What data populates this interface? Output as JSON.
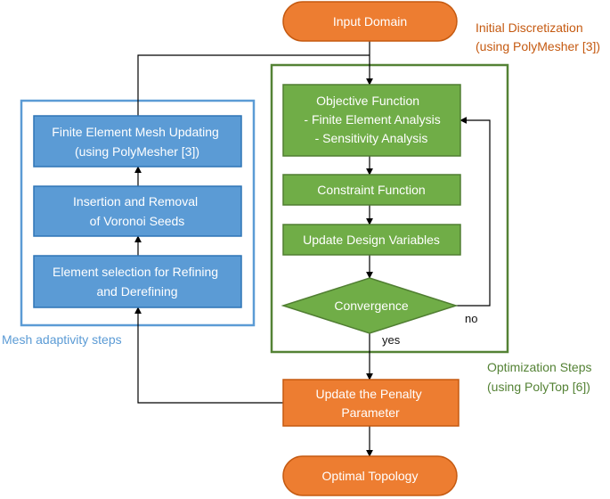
{
  "colors": {
    "orange_fill": "#ED7D31",
    "orange_stroke": "#C55A11",
    "green_fill": "#70AD47",
    "green_stroke": "#507E32",
    "blue_fill": "#5B9BD5",
    "blue_stroke": "#2E75B6",
    "group_green": "#548235",
    "group_blue": "#5B9BD5",
    "arrow": "#000000",
    "text_orange": "#C55A11",
    "text_green": "#548235",
    "text_blue": "#5B9BD5"
  },
  "nodes": {
    "input_domain": {
      "lines": [
        "Input Domain"
      ]
    },
    "objective_function": {
      "lines": [
        "Objective Function",
        "- Finite Element Analysis",
        "- Sensitivity Analysis"
      ]
    },
    "constraint_function": {
      "lines": [
        "Constraint Function"
      ]
    },
    "update_design_variables": {
      "lines": [
        "Update Design Variables"
      ]
    },
    "convergence": {
      "lines": [
        "Convergence"
      ]
    },
    "update_penalty": {
      "lines": [
        "Update the Penalty",
        "Parameter"
      ]
    },
    "optimal_topology": {
      "lines": [
        "Optimal Topology"
      ]
    },
    "element_selection": {
      "lines": [
        "Element selection for Refining",
        "and Derefining"
      ]
    },
    "insertion_removal": {
      "lines": [
        "Insertion and Removal",
        "of Voronoi Seeds"
      ]
    },
    "mesh_updating": {
      "lines": [
        "Finite Element Mesh Updating",
        "(using PolyMesher [3])"
      ]
    }
  },
  "annotations": {
    "initial_discretization": [
      "Initial Discretization",
      "(using PolyMesher [3])"
    ],
    "optimization_steps": [
      "Optimization Steps",
      "(using PolyTop [6])"
    ],
    "mesh_adaptivity": [
      "Mesh adaptivity steps"
    ]
  },
  "edge_labels": {
    "no": "no",
    "yes": "yes"
  }
}
